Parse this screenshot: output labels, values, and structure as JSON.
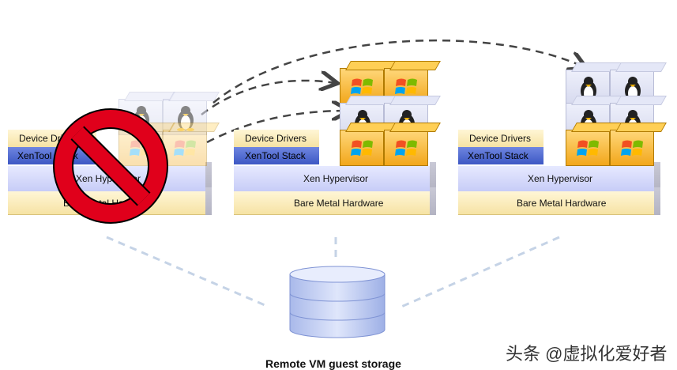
{
  "stacks": [
    {
      "device_drivers": "Device Drivers",
      "xentool": "XenTool Stack",
      "hypervisor": "Xen Hypervisor",
      "hardware": "Bare Metal Hardware"
    },
    {
      "device_drivers": "Device Drivers",
      "xentool": "XenTool Stack",
      "hypervisor": "Xen Hypervisor",
      "hardware": "Bare Metal Hardware"
    },
    {
      "device_drivers": "Device Drivers",
      "xentool": "XenTool Stack",
      "hypervisor": "Xen Hypervisor",
      "hardware": "Bare Metal Hardware"
    }
  ],
  "storage_caption": "Remote VM guest storage",
  "watermark": "头条 @虚拟化爱好者",
  "icons": {
    "windows": "windows-logo-icon",
    "linux": "tux-penguin-icon",
    "prohibited": "no-sign-icon",
    "storage": "database-cylinder-icon"
  },
  "colors": {
    "windows_cube": "#f2a71b",
    "linux_cube": "#d6d9ee",
    "xentool": "#3c57c4",
    "hypervisor": "#c7ccf7",
    "hardware": "#f6e3a4",
    "no_sign": "#e0001b"
  }
}
